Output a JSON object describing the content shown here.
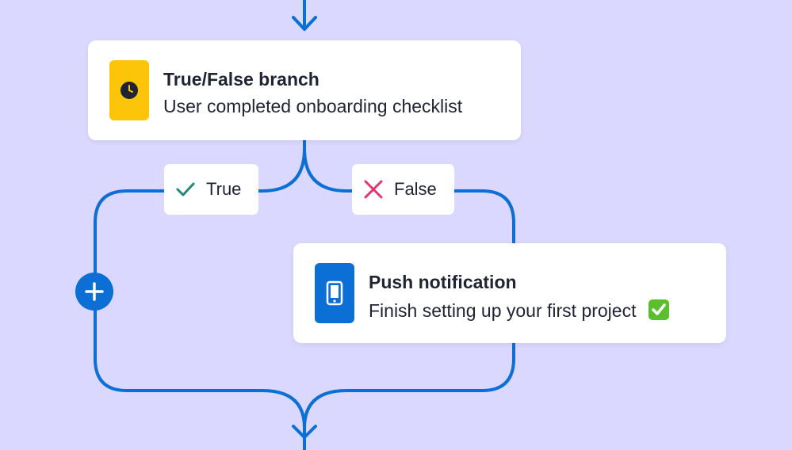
{
  "colors": {
    "background": "#DAD8FE",
    "connector": "#0B6FD6",
    "branch_icon_bg": "#FCC509",
    "push_icon_bg": "#0B6FD6",
    "true_check": "#1F8A7A",
    "false_x": "#E0336F"
  },
  "branch_node": {
    "title": "True/False branch",
    "subtitle": "User completed onboarding checklist",
    "icon": "clock-icon"
  },
  "branches": {
    "true_label": "True",
    "true_icon": "check-icon",
    "false_label": "False",
    "false_icon": "x-icon"
  },
  "push_node": {
    "title": "Push notification",
    "subtitle": "Finish setting up your first project",
    "icon": "mobile-phone-icon",
    "emoji_icon": "check-mark-button-emoji"
  },
  "add_step": {
    "icon": "plus-icon"
  }
}
